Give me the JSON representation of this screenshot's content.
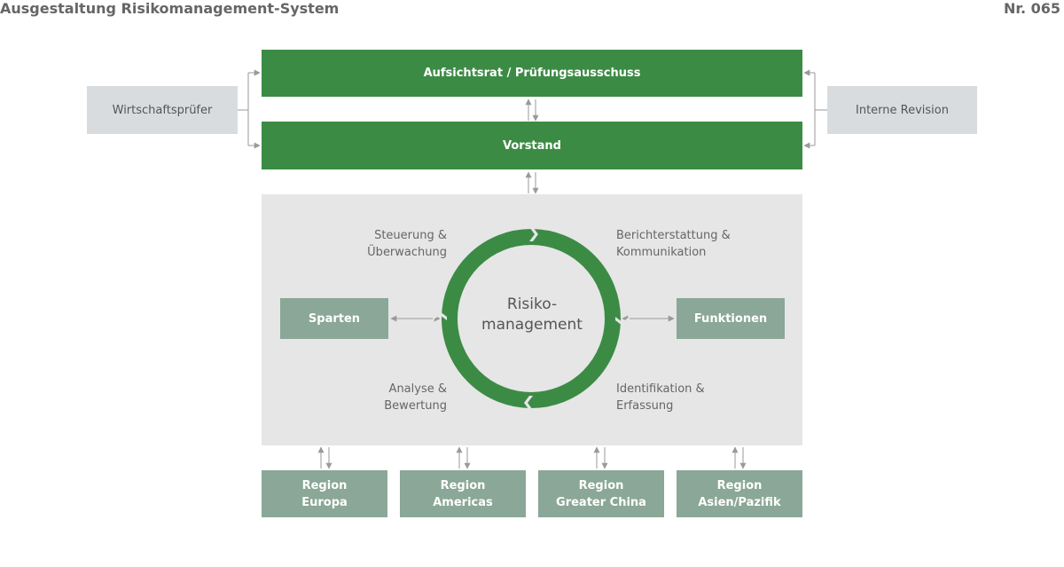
{
  "header": {
    "title": "Ausgestaltung Risikomanagement-System",
    "number": "Nr. 065"
  },
  "top": {
    "board": "Aufsichtsrat / Prüfungsausschuss",
    "executive": "Vorstand"
  },
  "side": {
    "left": "Wirtschaftsprüfer",
    "right": "Interne Revision"
  },
  "center": {
    "line1": "Risiko-",
    "line2": "management"
  },
  "cycle": {
    "top_left": "Steuerung &\nÜberwachung",
    "top_right": "Berichterstattung &\nKommunikation",
    "bottom_left": "Analyse &\nBewertung",
    "bottom_right": "Identifikation &\nErfassung"
  },
  "units": {
    "left": "Sparten",
    "right": "Funktionen"
  },
  "regions": [
    {
      "line1": "Region",
      "line2": "Europa"
    },
    {
      "line1": "Region",
      "line2": "Americas"
    },
    {
      "line1": "Region",
      "line2": "Greater China"
    },
    {
      "line1": "Region",
      "line2": "Asien/Pazifik"
    }
  ],
  "colors": {
    "green": "#3c8b45",
    "sage": "#8aa797",
    "grey_box": "#d9dcdf",
    "panel": "#e6e6e6",
    "arrow": "#9a9a9a"
  }
}
